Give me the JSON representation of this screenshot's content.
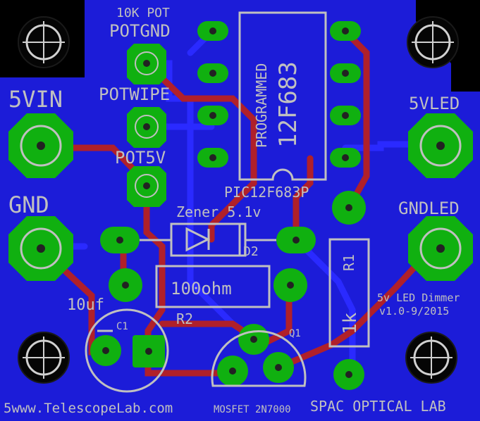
{
  "colors": {
    "background": "#000000",
    "ground_pour": "#1c1cd8",
    "pad": "#10b010",
    "top_trace": "#b0202a",
    "bottom_trace": "#2a2aff",
    "silkscreen": "#c0c0c0"
  },
  "labels": {
    "pot_title": "10K POT",
    "potgnd": "POTGND",
    "potwipe": "POTWIPE",
    "pot5v": "POT5V",
    "vin": "5VIN",
    "gnd": "GND",
    "vled": "5VLED",
    "gndled": "GNDLED",
    "chip_programmed": "PROGRAMMED",
    "chip_part": "12F683",
    "chip_name": "PIC12F683P",
    "zener": "Zener 5.1v",
    "d2": "D2",
    "r2_value": "100ohm",
    "r2": "R2",
    "r1": "R1",
    "r1_value": "1k",
    "cap_value": "10uf",
    "c1": "C1",
    "q1": "Q1",
    "mosfet": "MOSFET 2N7000",
    "dimmer_title": "5v LED Dimmer",
    "dimmer_version": "v1.0-9/2015",
    "website": "5www.TelescopeLab.com",
    "lab": "SPAC OPTICAL LAB"
  }
}
